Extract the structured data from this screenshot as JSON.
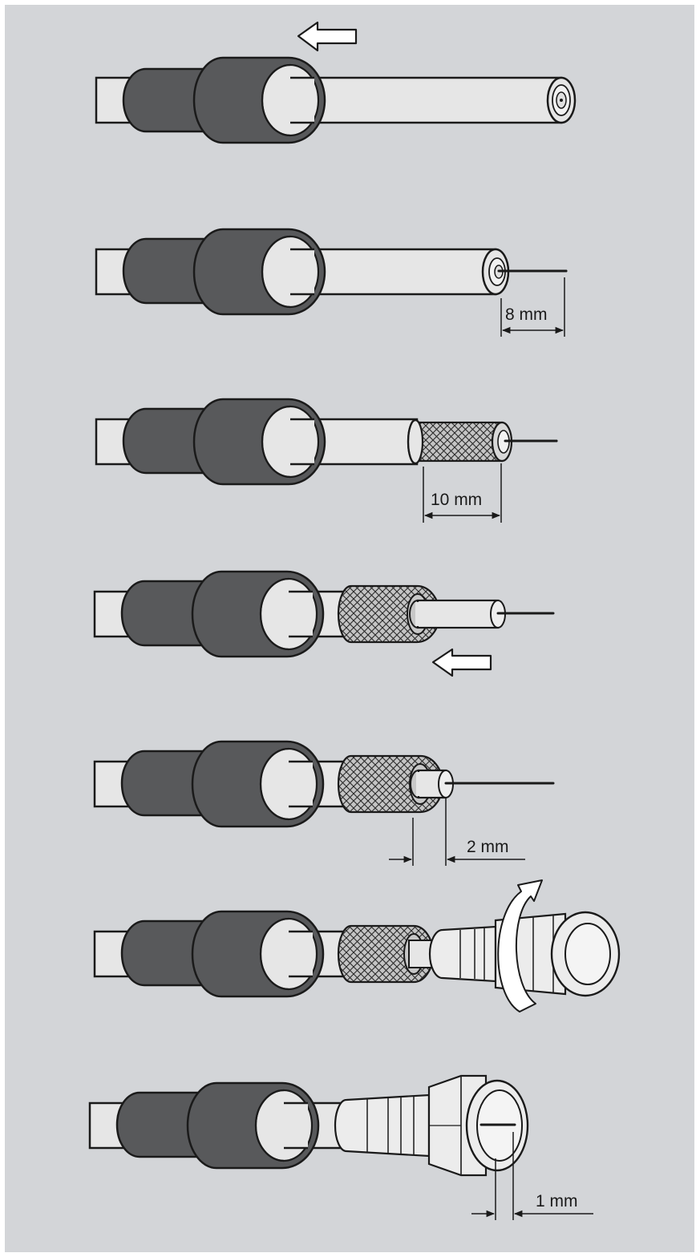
{
  "figure": {
    "background_color": "#d3d5d8",
    "sleeve_color": "#58595b",
    "cable_color": "#e6e6e6",
    "outline_color": "#1a1a1a",
    "braid_color": "#b8b8b8"
  },
  "steps": [
    {
      "id": 1,
      "arrow": "push-left-arrow-icon"
    },
    {
      "id": 2,
      "dimension": "8 mm"
    },
    {
      "id": 3,
      "dimension": "10 mm"
    },
    {
      "id": 4,
      "arrow": "push-left-arrow-icon"
    },
    {
      "id": 5,
      "dimension": "2 mm"
    },
    {
      "id": 6,
      "rotation": "rotate-arrow-icon"
    },
    {
      "id": 7,
      "dimension": "1 mm"
    }
  ]
}
